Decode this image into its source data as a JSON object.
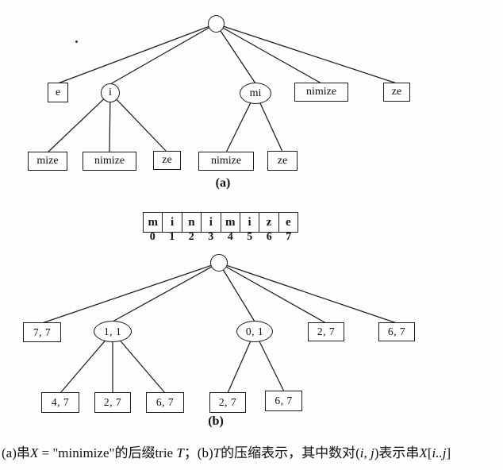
{
  "figure": {
    "tree_a": {
      "label": "(a)",
      "nodes": [
        "e",
        "i",
        "mi",
        "nimize",
        "ze"
      ],
      "leaves": [
        "mize",
        "nimize",
        "ze",
        "nimize",
        "ze"
      ]
    },
    "array": {
      "letters": [
        "m",
        "i",
        "n",
        "i",
        "m",
        "i",
        "z",
        "e"
      ],
      "indices": [
        "0",
        "1",
        "2",
        "3",
        "4",
        "5",
        "6",
        "7"
      ]
    },
    "tree_b": {
      "label": "(b)",
      "nodes": [
        "7, 7",
        "1, 1",
        "0, 1",
        "2, 7",
        "6, 7"
      ],
      "leaves": [
        "4, 7",
        "2, 7",
        "6, 7",
        "2, 7",
        "6, 7"
      ]
    },
    "caption": {
      "segments": [
        "(a)串",
        "X",
        " = \"minimize\"的后缀trie ",
        "T",
        "；(b)",
        "T",
        "的压缩表示，其中数对(",
        "i",
        ", ",
        "j",
        ")表示串",
        "X",
        "[",
        "i..j",
        "]"
      ]
    },
    "line_color": "#1c1c1c"
  }
}
